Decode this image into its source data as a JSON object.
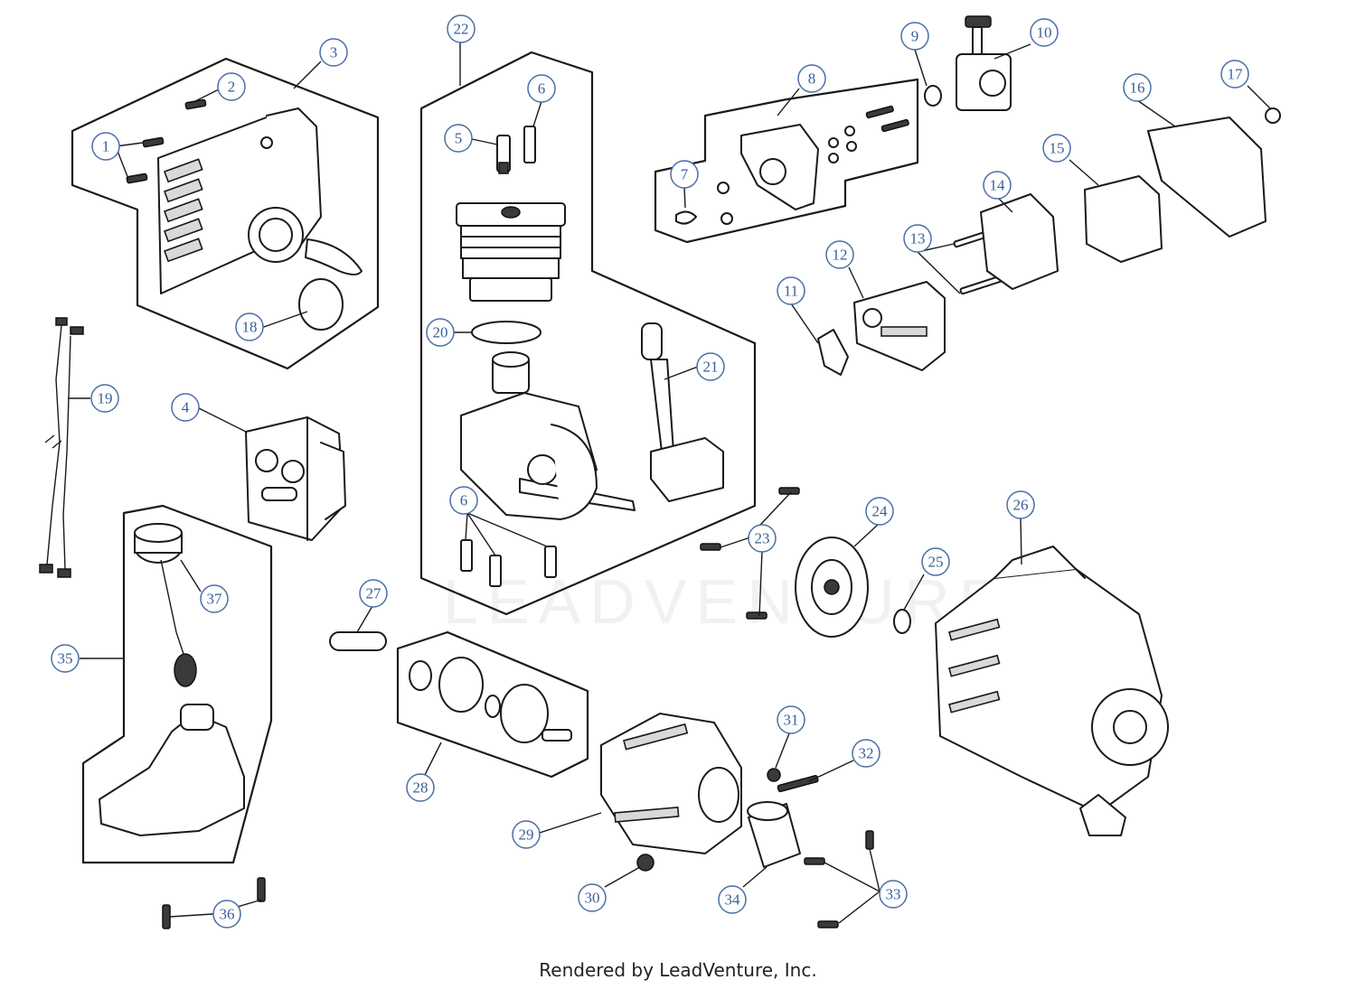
{
  "footer_text": "Rendered by LeadVenture, Inc.",
  "watermark_text": "LEADVENTURE",
  "callout_color": "#3a5f9a",
  "callouts": [
    "1",
    "2",
    "3",
    "4",
    "5",
    "6",
    "7",
    "8",
    "9",
    "10",
    "11",
    "12",
    "13",
    "14",
    "15",
    "16",
    "17",
    "18",
    "19",
    "20",
    "21",
    "22",
    "23",
    "24",
    "25",
    "26",
    "27",
    "28",
    "29",
    "30",
    "31",
    "32",
    "33",
    "34",
    "35",
    "36",
    "37"
  ]
}
